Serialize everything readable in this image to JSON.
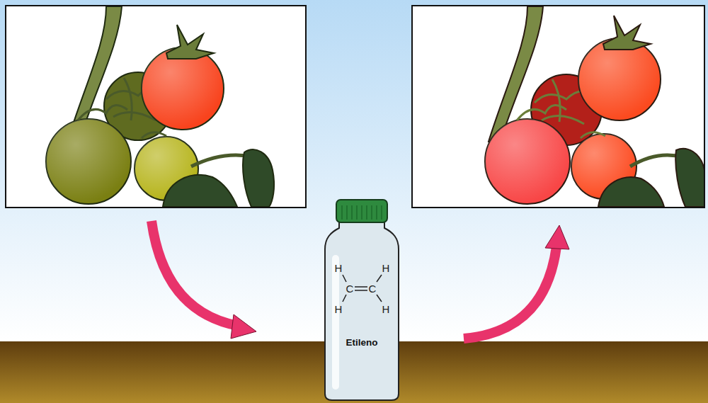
{
  "diagram": {
    "nodes": [
      {
        "text": [
          "Etileno"
        ]
      }
    ],
    "labels": [
      "H",
      "H",
      "C",
      "C",
      "H",
      "H"
    ]
  }
}
